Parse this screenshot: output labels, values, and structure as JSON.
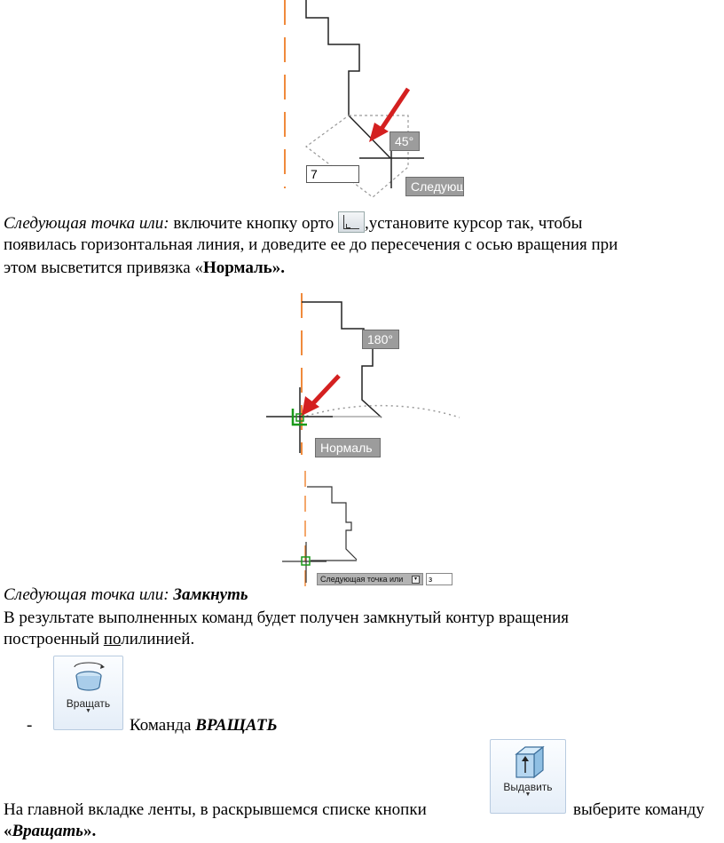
{
  "figure1": {
    "angle_tooltip": "45°",
    "input_value": "7",
    "next_tooltip": "Следующ"
  },
  "paragraph1": {
    "prompt": "Следующая точка или:",
    "text_a": " включите кнопку орто ",
    "text_b": ",установите курсор так, чтобы",
    "line2": "появилась горизонтальная линия, и доведите ее до пересечения с осью вращения при",
    "line3_a": "этом высветится привязка «",
    "line3_b": "Нормаль»."
  },
  "figure2": {
    "angle_tooltip": "180°",
    "snap_tooltip": "Нормаль"
  },
  "figure3": {
    "prompt_label": "Следующая точка или",
    "input_value": "з"
  },
  "paragraph2": {
    "prompt": "Следующая точка или:",
    "command": "Замкнуть",
    "line2": "В результате выполненных команд будет получен замкнутый контур вращения",
    "line3_a": "построенный ",
    "line3_u": "по",
    "line3_b": "лилинией."
  },
  "command_revolve": {
    "dash": "-",
    "button_label": "Вращать",
    "text": "Команда ",
    "command": "ВРАЩАТЬ"
  },
  "paragraph3": {
    "text_a": "На главной вкладке ленты, в раскрывшемся списке кнопки",
    "button_label": "Выдавить",
    "text_b": "выберите команду",
    "line2_a": "«",
    "line2_b": "Вращать",
    "line2_c": "»."
  },
  "colors": {
    "axis": "#f08a3c",
    "arrow": "#d42020",
    "snap": "#1a9a1a",
    "tooltip_bg": "#9c9c9c"
  }
}
